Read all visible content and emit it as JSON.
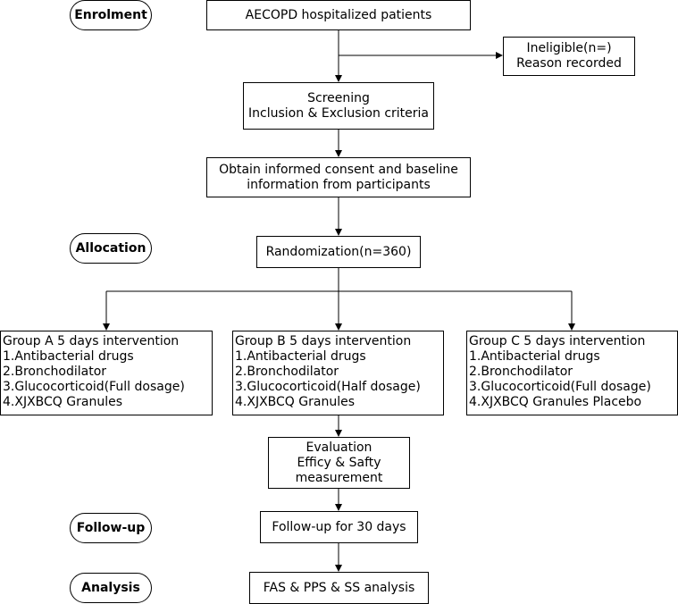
{
  "stages": {
    "enrolment": "Enrolment",
    "allocation": "Allocation",
    "followup": "Follow-up",
    "analysis": "Analysis"
  },
  "boxes": {
    "patients": "AECOPD hospitalized patients",
    "ineligible": "Ineligible(n=)\nReason recorded",
    "screening": "Screening\nInclusion & Exclusion criteria",
    "consent": "Obtain informed consent and baseline\ninformation from participants",
    "randomization": "Randomization(n=360)",
    "evaluation": "Evaluation\nEfficy & Safty\nmeasurement",
    "followup": "Follow-up for 30 days",
    "analysis": "FAS & PPS & SS analysis"
  },
  "groups": [
    {
      "title": "Group A 5 days intervention",
      "items": [
        "1.Antibacterial drugs",
        "2.Bronchodilator",
        "3.Glucocorticoid(Full dosage)",
        "4.XJXBCQ Granules"
      ]
    },
    {
      "title": "Group B 5 days intervention",
      "items": [
        "1.Antibacterial drugs",
        "2.Bronchodilator",
        "3.Glucocorticoid(Half dosage)",
        "4.XJXBCQ Granules"
      ]
    },
    {
      "title": "Group C 5 days intervention",
      "items": [
        "1.Antibacterial drugs",
        "2.Bronchodilator",
        "3.Glucocorticoid(Full dosage)",
        "4.XJXBCQ Granules Placebo"
      ]
    }
  ]
}
